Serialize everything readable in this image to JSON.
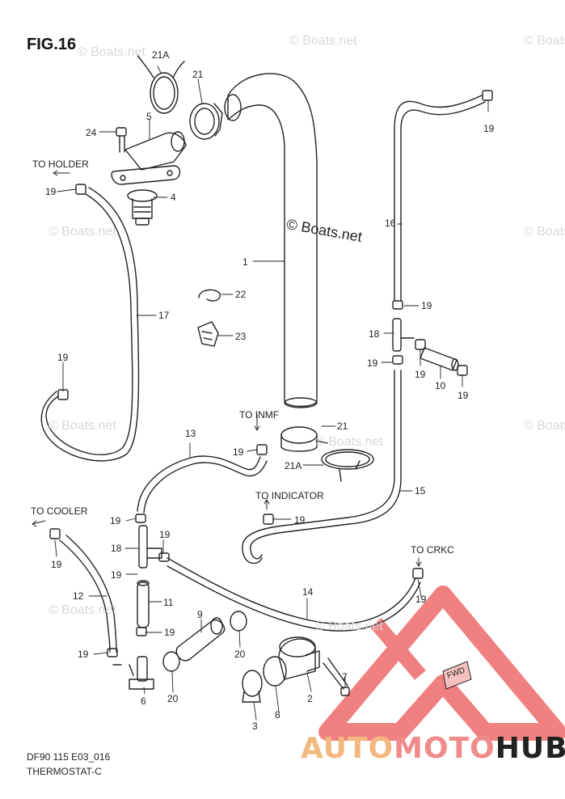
{
  "figure": {
    "title": "FIG.16",
    "code": "DF90 115 E03_016",
    "subtitle": "THERMOSTAT-C"
  },
  "watermark": {
    "main": "© Boats.net",
    "faint": "© Boats.net"
  },
  "brand": {
    "part1": "AUTO",
    "part2": "MOTO",
    "part3": "HUB",
    "colors": {
      "auto": "#f2b880",
      "moto": "#ef8b8b",
      "hub": "#222222",
      "logo": "#ee6b6b"
    },
    "badge": "FWD"
  },
  "destinations": {
    "holder": "TO HOLDER",
    "inmf": "TO INMF",
    "indicator": "TO INDICATOR",
    "cooler": "TO COOLER",
    "crkc": "TO CRKC"
  },
  "callouts": {
    "p1": "1",
    "p2": "2",
    "p3": "3",
    "p4": "4",
    "p5": "5",
    "p6": "6",
    "p7": "7",
    "p8": "8",
    "p9": "9",
    "p10": "10",
    "p11": "11",
    "p12": "12",
    "p13": "13",
    "p14": "14",
    "p15": "15",
    "p16": "16",
    "p17": "17",
    "p18": "18",
    "p19": "19",
    "p20": "20",
    "p21": "21",
    "p21a": "21A",
    "p22": "22",
    "p23": "23",
    "p24": "24"
  }
}
